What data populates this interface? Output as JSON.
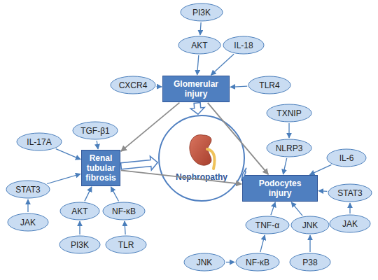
{
  "diagram": {
    "nodes": [
      {
        "text": [
          "PI3K"
        ]
      },
      {
        "text": [
          "AKT"
        ]
      },
      {
        "text": [
          "IL-18"
        ]
      },
      {
        "text": [
          "CXCR4"
        ]
      },
      {
        "text": [
          "Glomerular injury"
        ]
      },
      {
        "text": [
          "TLR4"
        ]
      },
      {
        "text": [
          "TXNIP"
        ]
      },
      {
        "text": [
          "TGF-β1"
        ]
      },
      {
        "text": [
          "IL-17A"
        ]
      },
      {
        "text": [
          "NLRP3"
        ]
      },
      {
        "text": [
          "Nephropathy"
        ]
      },
      {
        "text": [
          "IL-6"
        ]
      },
      {
        "text": [
          "Renal tubular fibrosis"
        ]
      },
      {
        "text": [
          "Podocytes injury"
        ]
      },
      {
        "text": [
          "STAT3"
        ]
      },
      {
        "text": [
          "STAT3"
        ]
      },
      {
        "text": [
          "AKT"
        ]
      },
      {
        "text": [
          "NF-κB"
        ]
      },
      {
        "text": [
          "JAK"
        ]
      },
      {
        "text": [
          "TNF-α"
        ]
      },
      {
        "text": [
          "JNK"
        ]
      },
      {
        "text": [
          "JAK"
        ]
      },
      {
        "text": [
          "PI3K"
        ]
      },
      {
        "text": [
          "TLR"
        ]
      },
      {
        "text": [
          "JNK"
        ]
      },
      {
        "text": [
          "NF-κB"
        ]
      },
      {
        "text": [
          "P38"
        ]
      }
    ],
    "edges": [
      {
        "from": 0,
        "to": 1,
        "arrow": "to"
      },
      {
        "from": 1,
        "to": 4,
        "arrow": "to"
      },
      {
        "from": 2,
        "to": 4,
        "arrow": "to"
      },
      {
        "from": 3,
        "to": 4,
        "arrow": "to"
      },
      {
        "from": 5,
        "to": 4,
        "arrow": "to"
      },
      {
        "from": 4,
        "to": 10,
        "arrow": "to"
      },
      {
        "from": 4,
        "to": 12,
        "arrow": "to"
      },
      {
        "from": 4,
        "to": 13,
        "arrow": "to"
      },
      {
        "from": 12,
        "to": 13,
        "arrow": "to"
      },
      {
        "from": 12,
        "to": 10,
        "arrow": "to"
      },
      {
        "from": 13,
        "to": 10,
        "arrow": "to"
      },
      {
        "from": 8,
        "to": 12,
        "arrow": "to"
      },
      {
        "from": 7,
        "to": 12,
        "arrow": "to"
      },
      {
        "from": 18,
        "to": 14,
        "arrow": "to"
      },
      {
        "from": 14,
        "to": 12,
        "arrow": "to"
      },
      {
        "from": 22,
        "to": 16,
        "arrow": "to"
      },
      {
        "from": 16,
        "to": 12,
        "arrow": "to"
      },
      {
        "from": 23,
        "to": 17,
        "arrow": "to"
      },
      {
        "from": 17,
        "to": 12,
        "arrow": "to"
      },
      {
        "from": 6,
        "to": 9,
        "arrow": "to"
      },
      {
        "from": 9,
        "to": 13,
        "arrow": "to"
      },
      {
        "from": 11,
        "to": 13,
        "arrow": "to"
      },
      {
        "from": 21,
        "to": 15,
        "arrow": "to"
      },
      {
        "from": 15,
        "to": 13,
        "arrow": "to"
      },
      {
        "from": 25,
        "to": 19,
        "arrow": "to"
      },
      {
        "from": 19,
        "to": 13,
        "arrow": "to"
      },
      {
        "from": 26,
        "to": 20,
        "arrow": "to"
      },
      {
        "from": 20,
        "to": 13,
        "arrow": "to"
      },
      {
        "from": 24,
        "to": 25,
        "arrow": "to"
      }
    ]
  }
}
